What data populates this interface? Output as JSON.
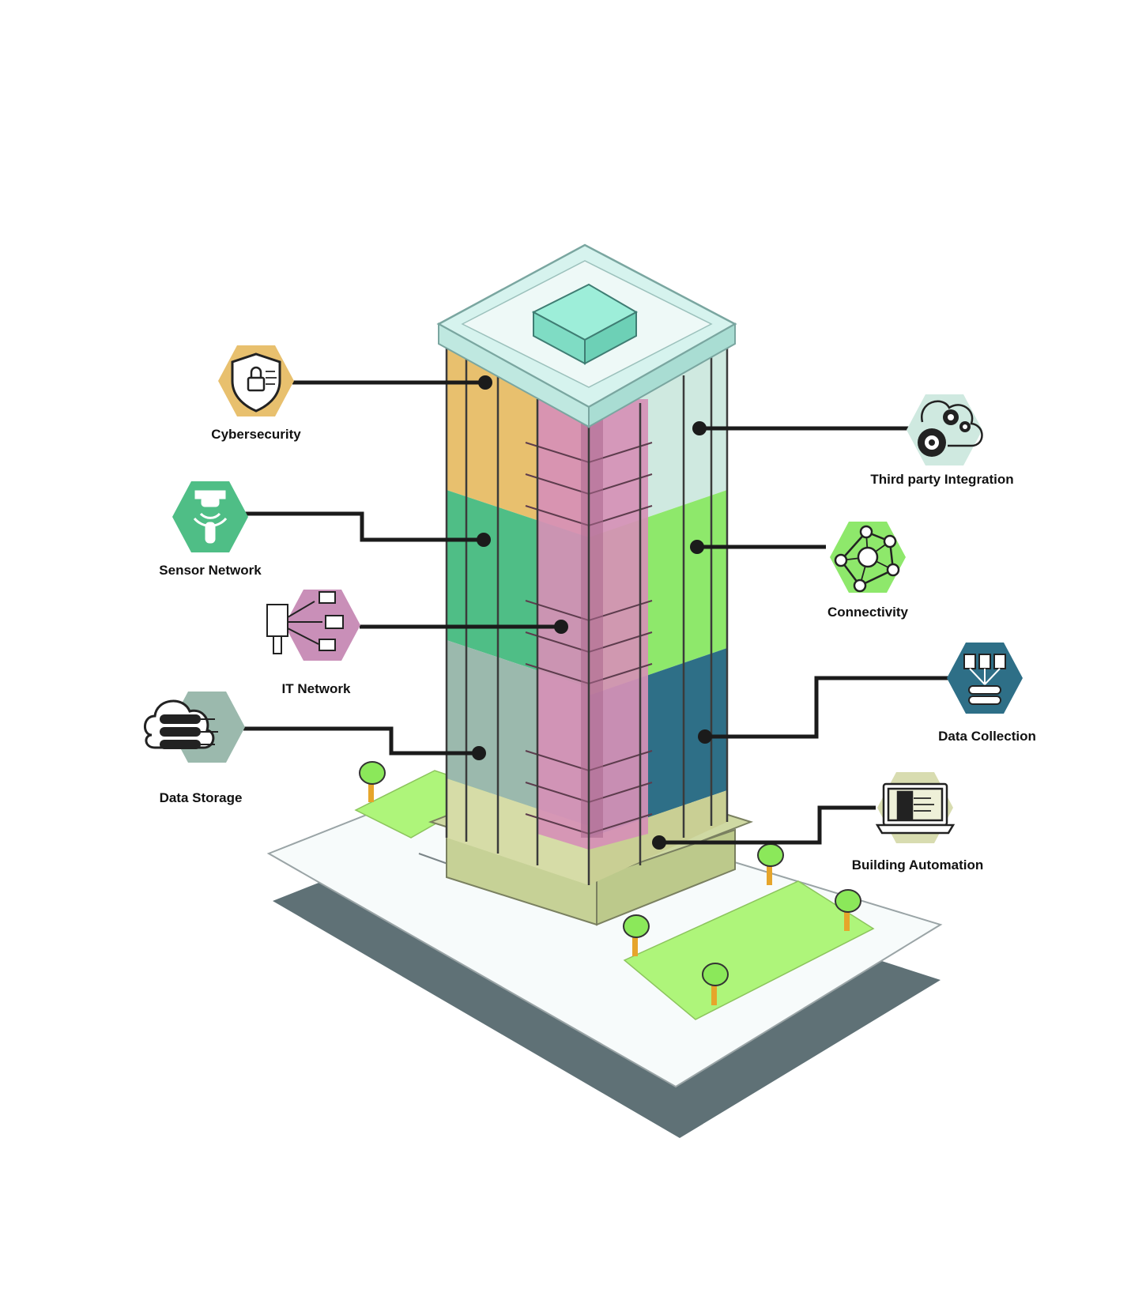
{
  "components": [
    {
      "id": "cybersecurity",
      "label": "Cybersecurity",
      "icon": "shield-lock-icon",
      "color": "#e8c06e"
    },
    {
      "id": "sensor-network",
      "label": "Sensor Network",
      "icon": "sensor-icon",
      "color": "#4fbe86"
    },
    {
      "id": "it-network",
      "label": "IT Network",
      "icon": "network-cable-icon",
      "color": "#c98fb8"
    },
    {
      "id": "data-storage",
      "label": "Data Storage",
      "icon": "cloud-server-icon",
      "color": "#9bb9ad"
    },
    {
      "id": "third-party-integration",
      "label": "Third party Integration",
      "icon": "gears-cloud-icon",
      "color": "#cfe9e0"
    },
    {
      "id": "connectivity",
      "label": "Connectivity",
      "icon": "network-nodes-icon",
      "color": "#8ee86b"
    },
    {
      "id": "data-collection",
      "label": "Data Collection",
      "icon": "database-collect-icon",
      "color": "#2e6f87"
    },
    {
      "id": "building-automation",
      "label": "Building Automation",
      "icon": "laptop-building-icon",
      "color": "#d8dcb0"
    }
  ],
  "colors": {
    "roof": "#d6f3ee",
    "pink": "#d690b6",
    "ground": "#f7fbfb",
    "shadow": "#5f7176",
    "grass": "#aef57a",
    "line": "#1b1b1b"
  }
}
